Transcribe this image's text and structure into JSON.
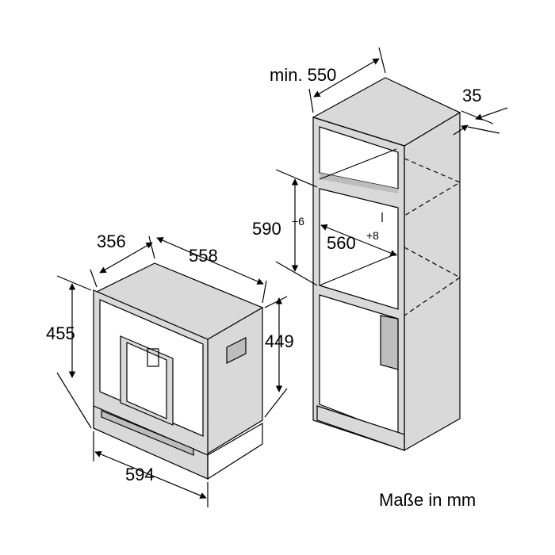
{
  "appliance": {
    "depth": "356",
    "width_top": "558",
    "height_outer": "455",
    "height_inner": "449",
    "width_front": "594"
  },
  "cabinet": {
    "min_depth": "min. 550",
    "ventilation": "35",
    "height_niche": "590",
    "height_tolerance": "+6",
    "width_niche": "560",
    "width_tolerance": "+8"
  },
  "unit_note": "Maße in mm",
  "colors": {
    "line": "#000000",
    "shade_light": "#d9d9d9",
    "shade_dark": "#bdbdbd"
  }
}
